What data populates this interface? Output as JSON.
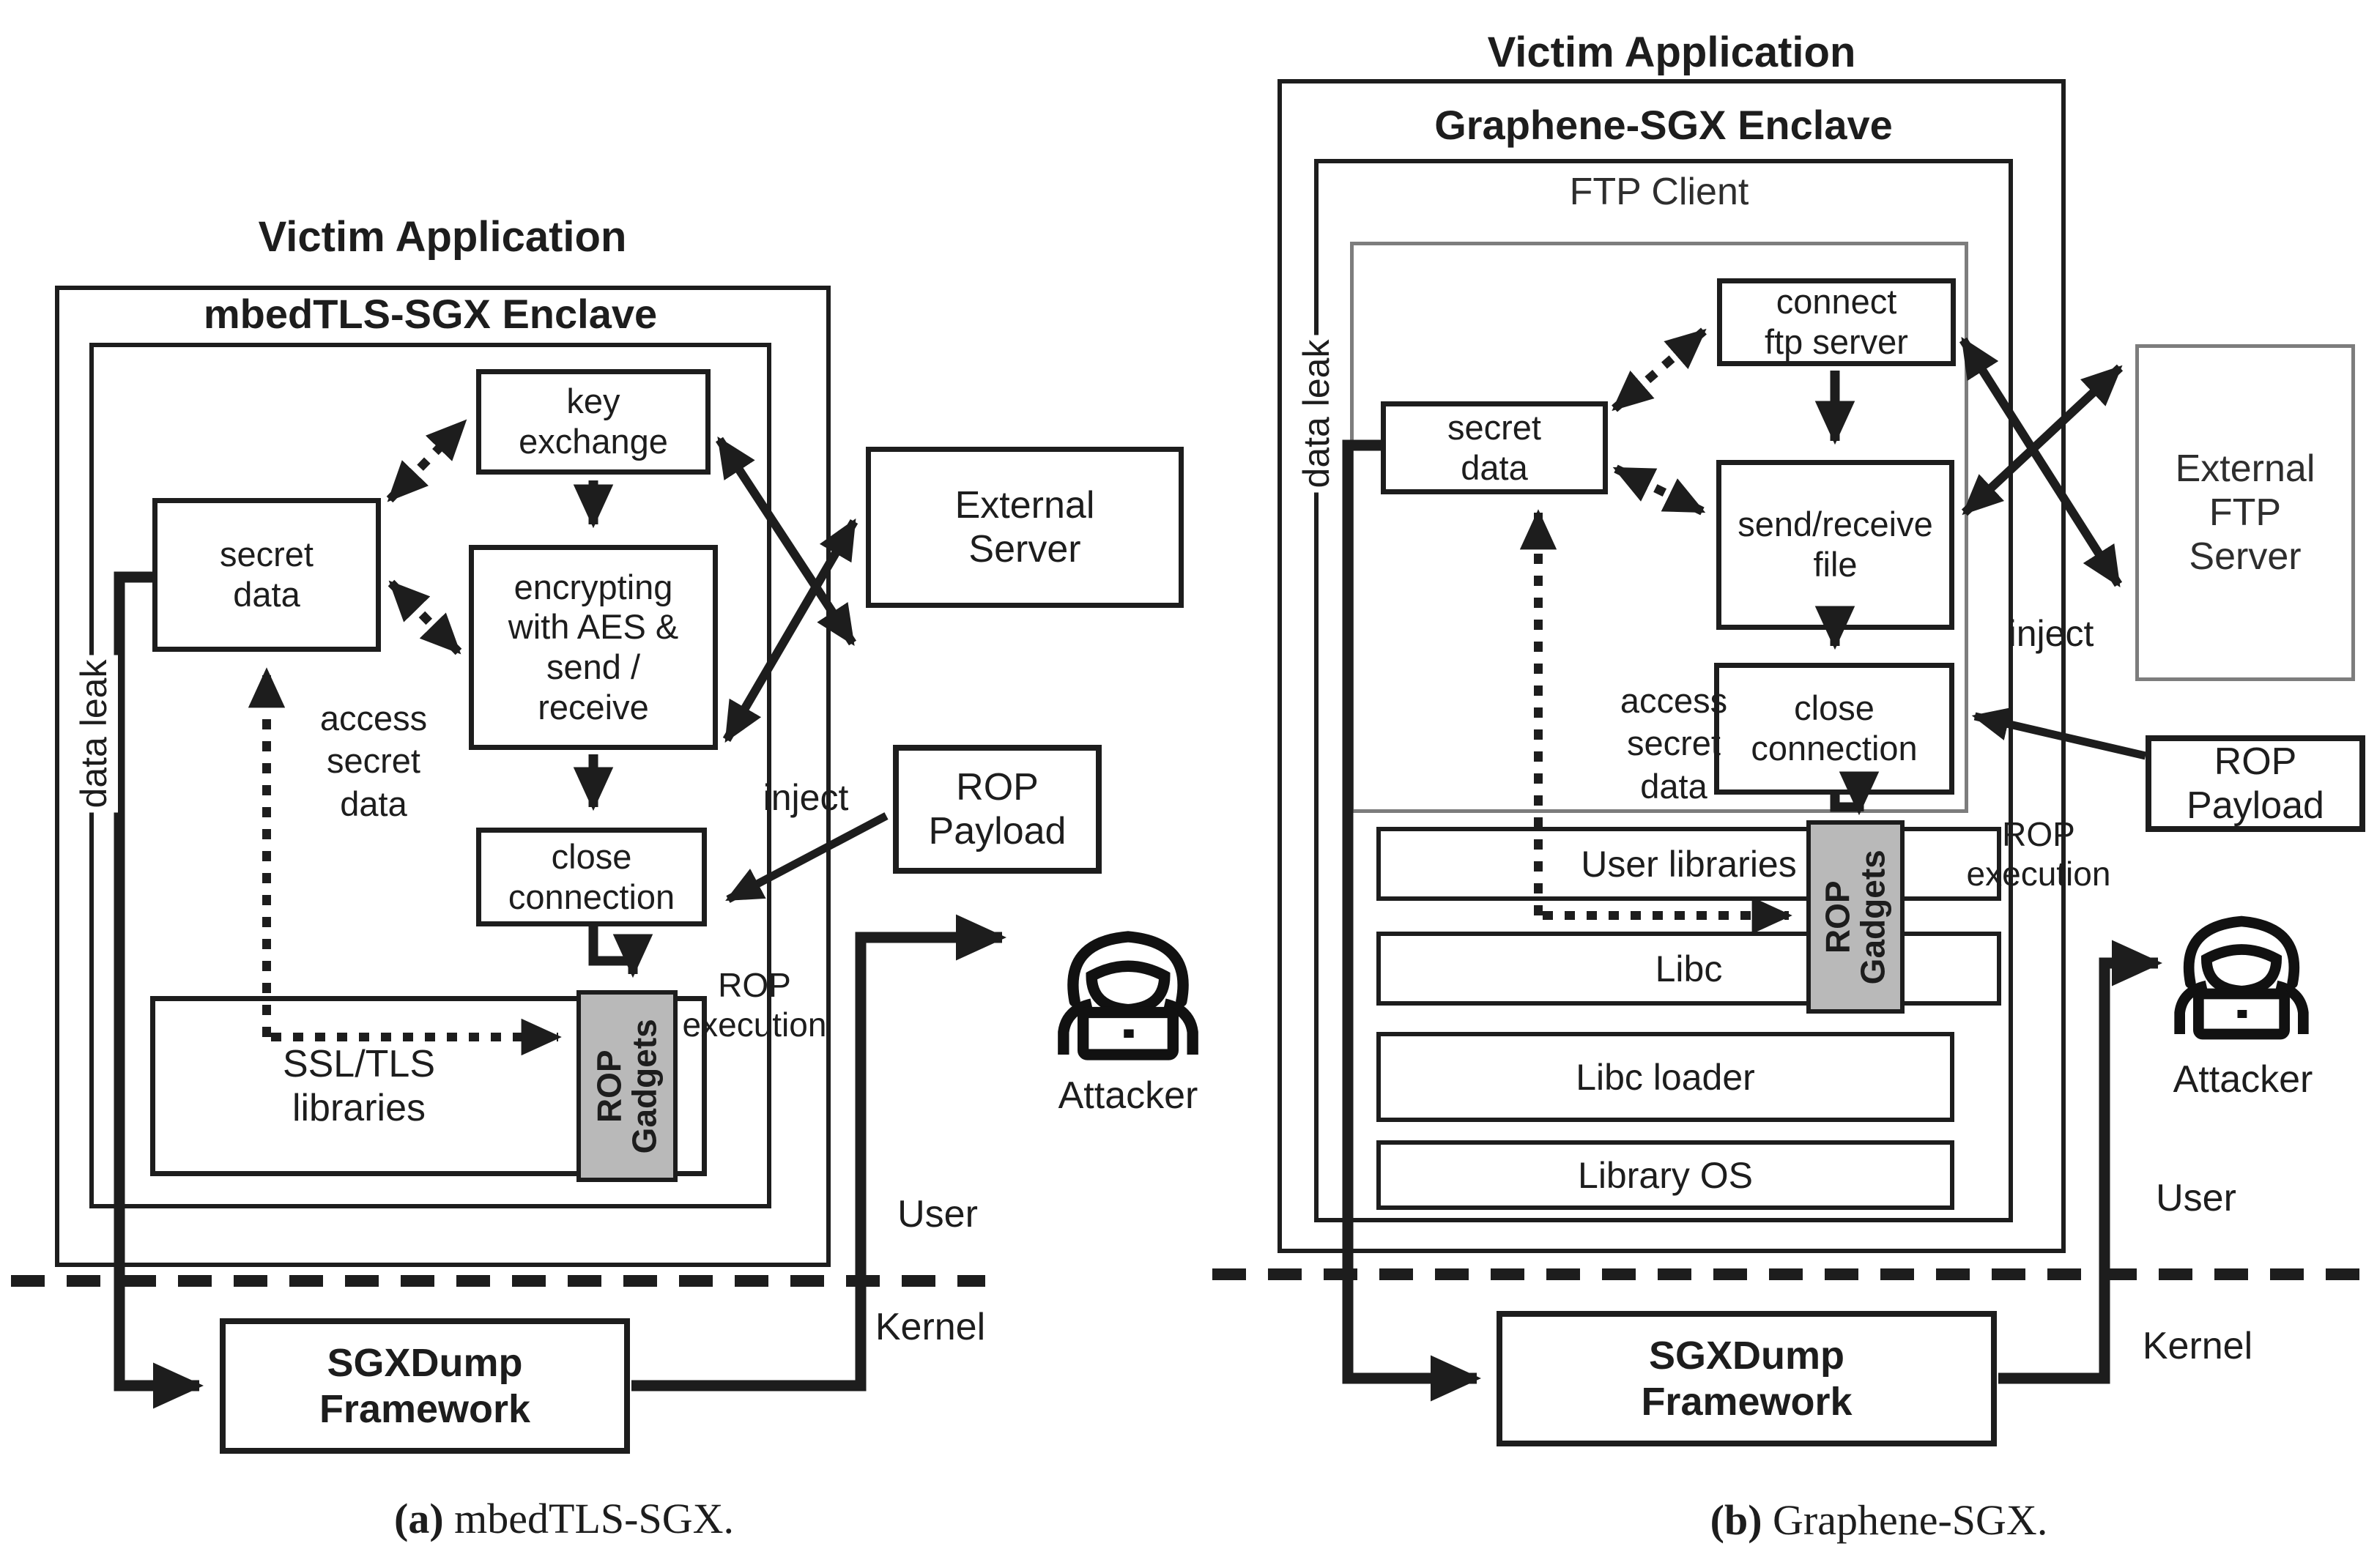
{
  "colors": {
    "ink": "#1d1d1d",
    "grey_fill": "#b9b9b9",
    "grey_border": "#7d7d7d"
  },
  "left": {
    "title": "Victim Application",
    "enclave": "mbedTLS-SGX Enclave",
    "boxes": {
      "key_exchange": "key\nexchange",
      "secret_data": "secret\ndata",
      "encrypting": "encrypting\nwith AES &\nsend /\nreceive",
      "external_server": "External\nServer",
      "close_connection": "close\nconnection",
      "rop_payload": "ROP\nPayload",
      "ssl_tls_libraries": "SSL/TLS\nlibraries",
      "rop_gadgets": "ROP\nGadgets",
      "sgxdump": "SGXDump\nFramework"
    },
    "labels": {
      "inject": "inject",
      "rop_execution": "ROP\nexecution",
      "access_secret": "access\nsecret\ndata",
      "data_leak": "data leak",
      "attacker": "Attacker",
      "user": "User",
      "kernel": "Kernel"
    },
    "caption_mark": "(a)",
    "caption_rest": " mbedTLS-SGX."
  },
  "right": {
    "title": "Victim Application",
    "enclave": "Graphene-SGX Enclave",
    "ftp_client": "FTP Client",
    "boxes": {
      "connect_ftp": "connect\nftp server",
      "secret_data": "secret\ndata",
      "send_receive": "send/receive\nfile",
      "external_ftp": "External\nFTP\nServer",
      "close_connection": "close\nconnection",
      "rop_payload": "ROP\nPayload",
      "user_libraries": "User libraries",
      "libc": "Libc",
      "libc_loader": "Libc loader",
      "library_os": "Library OS",
      "rop_gadgets": "ROP\nGadgets",
      "sgxdump": "SGXDump\nFramework"
    },
    "labels": {
      "inject": "inject",
      "rop_execution": "ROP\nexecution",
      "access_secret": "access\nsecret\ndata",
      "data_leak": "data leak",
      "attacker": "Attacker",
      "user": "User",
      "kernel": "Kernel"
    },
    "caption_mark": "(b)",
    "caption_rest": " Graphene-SGX."
  }
}
